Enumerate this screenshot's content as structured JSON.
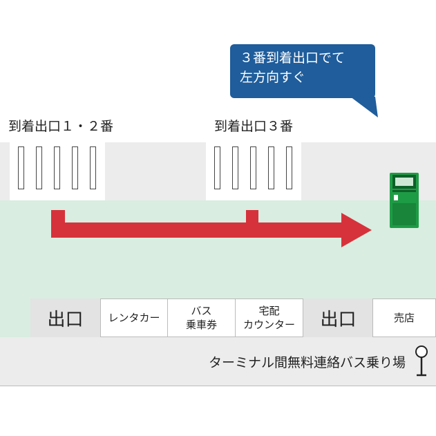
{
  "bubble": {
    "line1": "３番到着出口でて",
    "line2": "左方向すぐ"
  },
  "gates": {
    "gate_1_2_label": "到着出口１・２番",
    "gate_3_label": "到着出口３番"
  },
  "shops": {
    "exit_left": "出口",
    "rental_car": "レンタカー",
    "bus_ticket_line1": "バス",
    "bus_ticket_line2": "乗車券",
    "delivery_line1": "宅配",
    "delivery_line2": "カウンター",
    "exit_right": "出口",
    "kiosk": "売店"
  },
  "bus_stop": {
    "label": "ターミナル間無料連絡バス乗り場"
  },
  "colors": {
    "route_arrow": "#d6323b",
    "bubble": "#1f5d9c",
    "floor_green": "#d9ede0",
    "machine_green": "#1e9c45"
  },
  "icons": {
    "machine": "ticket-machine-icon",
    "bus_stop": "bus-stop-sign-icon"
  }
}
